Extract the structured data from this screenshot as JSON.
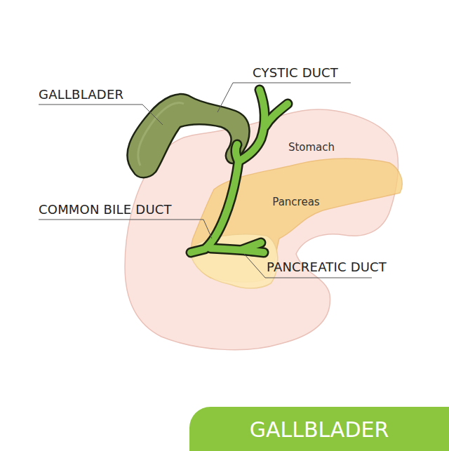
{
  "diagram": {
    "nodes": [
      {
        "text": [
          "Stomach"
        ]
      },
      {
        "text": [
          "Pancreas"
        ]
      },
      {
        "text": [
          "GALLBLADER"
        ]
      }
    ],
    "labels": [
      "GALLBLADER",
      "CYSTIC DUCT",
      "COMMON BILE DUCT",
      "PANCREATIC DUCT"
    ]
  }
}
